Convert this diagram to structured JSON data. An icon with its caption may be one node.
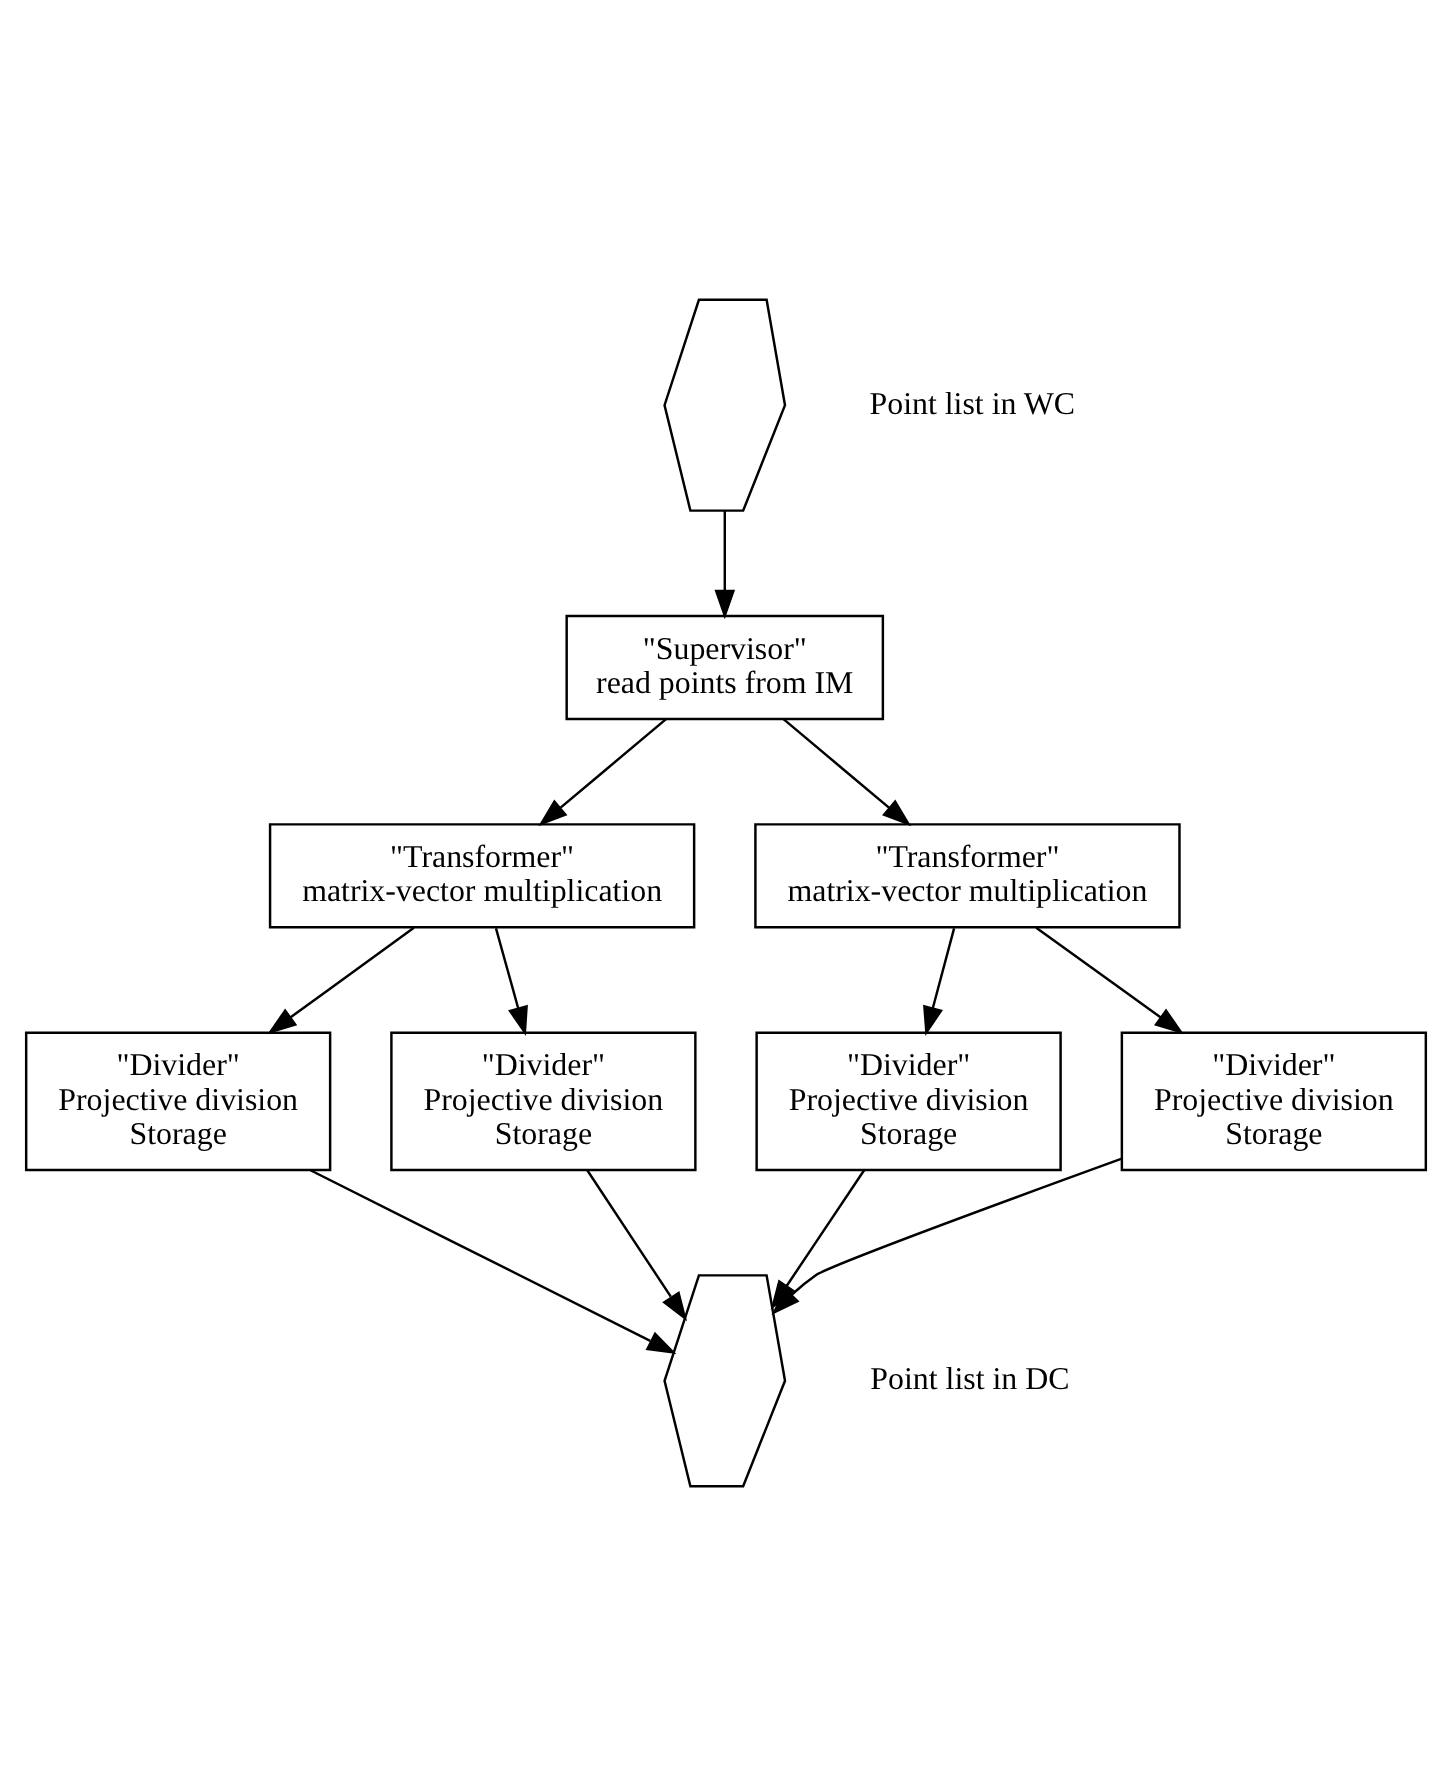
{
  "diagram": {
    "nodes": [
      {
        "text": [],
        "shape": "tape",
        "beside": [
          "Point list in WC"
        ]
      },
      {
        "text": [
          "\"Supervisor\"",
          "read points from IM"
        ]
      },
      {
        "text": [
          "\"Transformer\"",
          "matrix-vector multiplication"
        ]
      },
      {
        "text": [
          "\"Transformer\"",
          "matrix-vector multiplication"
        ]
      },
      {
        "text": [
          "\"Divider\"",
          "Projective division",
          "Storage"
        ]
      },
      {
        "text": [
          "\"Divider\"",
          "Projective division",
          "Storage"
        ]
      },
      {
        "text": [
          "\"Divider\"",
          "Projective division",
          "Storage"
        ]
      },
      {
        "text": [
          "\"Divider\"",
          "Projective division",
          "Storage"
        ]
      },
      {
        "text": [],
        "shape": "tape",
        "beside": [
          "Point list in DC"
        ]
      }
    ],
    "edges": [
      {
        "from": 0,
        "to": 1,
        "arrow": "to"
      },
      {
        "from": 1,
        "to": 2,
        "arrow": "to"
      },
      {
        "from": 1,
        "to": 3,
        "arrow": "to"
      },
      {
        "from": 2,
        "to": 4,
        "arrow": "to"
      },
      {
        "from": 2,
        "to": 5,
        "arrow": "to"
      },
      {
        "from": 3,
        "to": 6,
        "arrow": "to"
      },
      {
        "from": 3,
        "to": 7,
        "arrow": "to"
      },
      {
        "from": 4,
        "to": 8,
        "arrow": "to"
      },
      {
        "from": 5,
        "to": 8,
        "arrow": "to"
      },
      {
        "from": 6,
        "to": 8,
        "arrow": "to"
      },
      {
        "from": 7,
        "to": 8,
        "arrow": "to"
      }
    ]
  }
}
